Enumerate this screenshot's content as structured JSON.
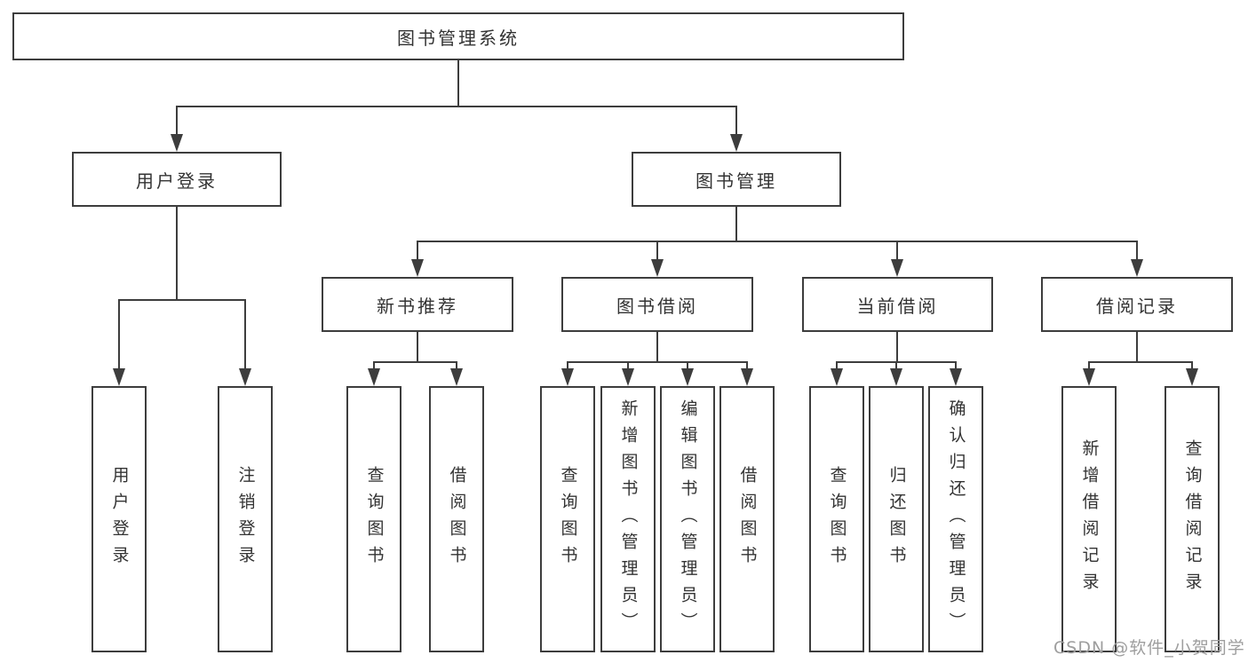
{
  "watermark": "CSDN @软件_小贺同学",
  "colors": {
    "line": "#3d3d3d",
    "node_border": "#3d3d3d",
    "node_text": "#333333",
    "watermark_text": "#9e9e9e",
    "background": "#ffffff"
  },
  "tree": {
    "root": {
      "label": "图书管理系统"
    },
    "branches": [
      {
        "label": "用户登录",
        "leaves": [
          "用户登录",
          "注销登录"
        ]
      },
      {
        "label": "图书管理",
        "sections": [
          {
            "label": "新书推荐",
            "leaves": [
              "查询图书",
              "借阅图书"
            ]
          },
          {
            "label": "图书借阅",
            "leaves": [
              "查询图书",
              "新增图书（管理员）",
              "编辑图书（管理员）",
              "借阅图书"
            ]
          },
          {
            "label": "当前借阅",
            "leaves": [
              "查询图书",
              "归还图书",
              "确认归还（管理员）"
            ]
          },
          {
            "label": "借阅记录",
            "leaves": [
              "新增借阅记录",
              "查询借阅记录"
            ]
          }
        ]
      }
    ]
  }
}
